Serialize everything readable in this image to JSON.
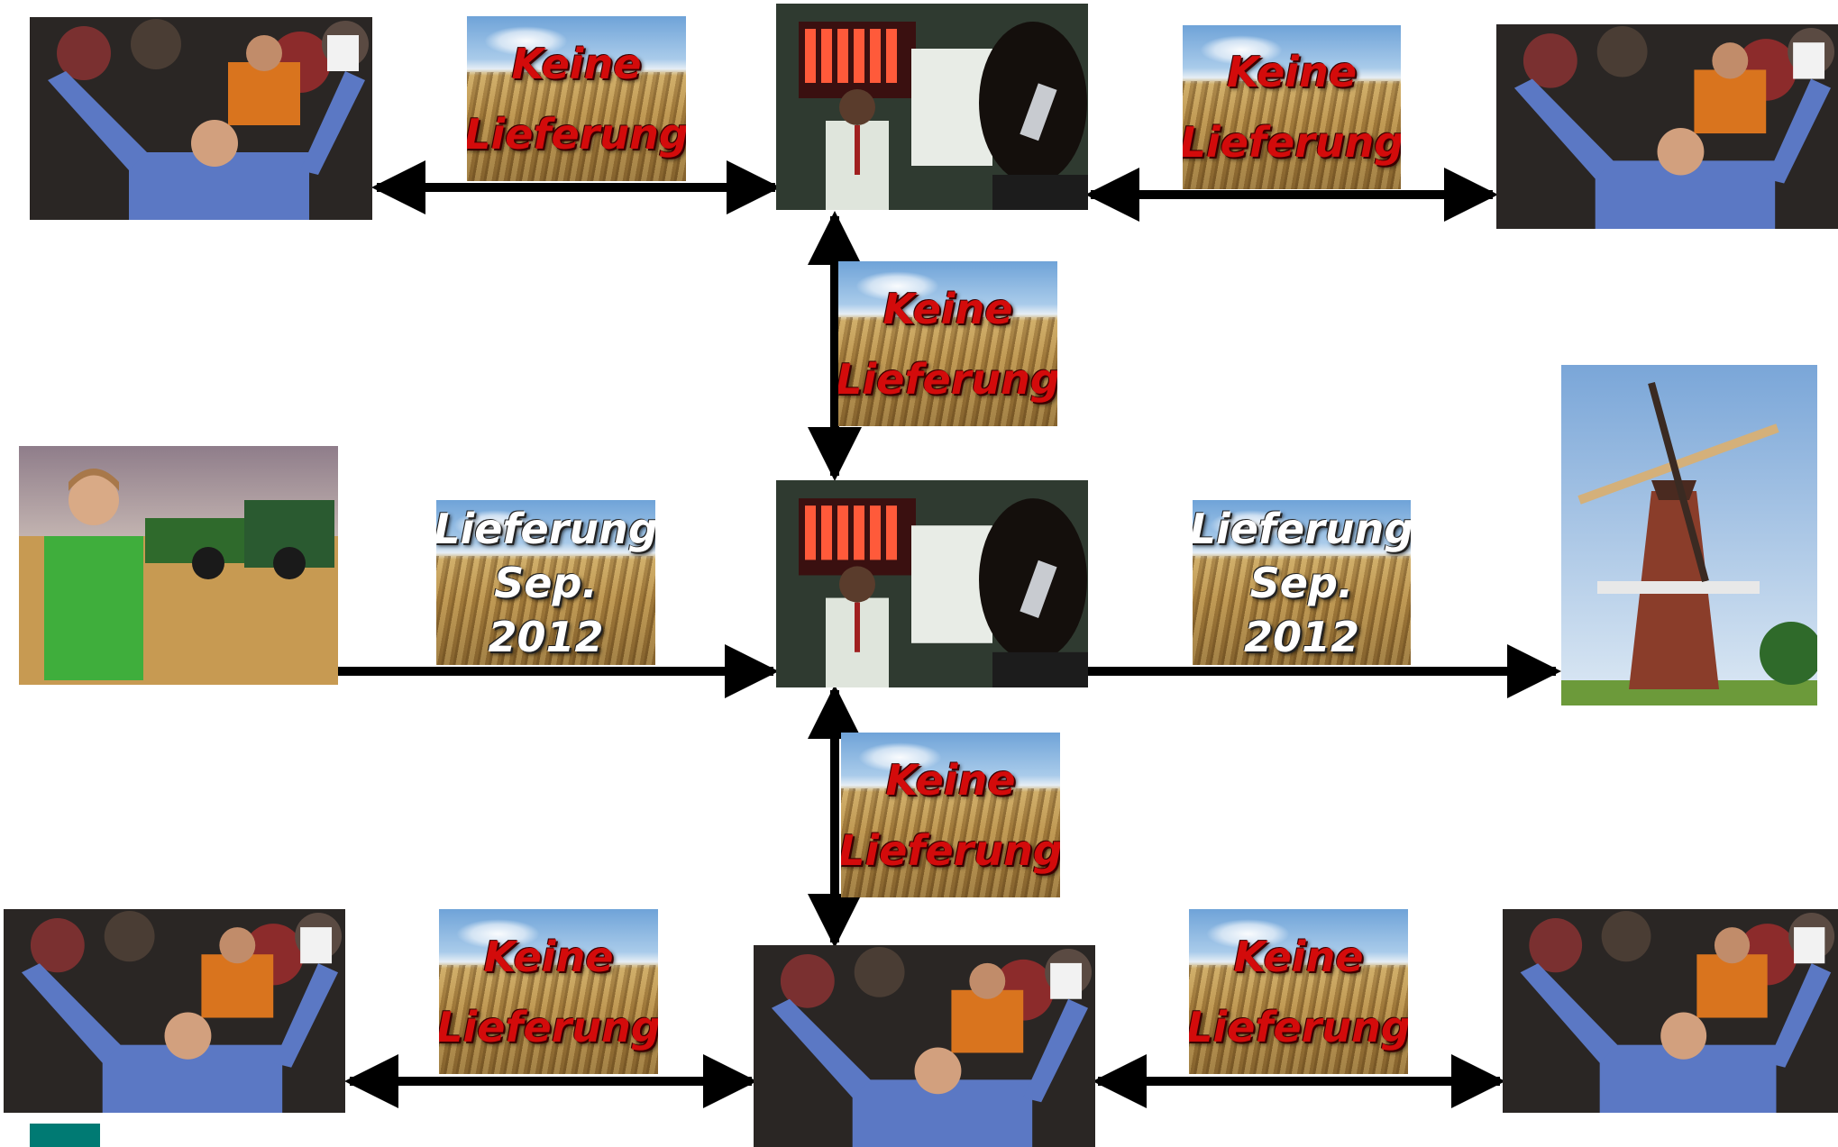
{
  "labels": {
    "keine_line1": "Keine",
    "keine_line2": "Lieferung",
    "lieferung_line1": "Lieferung",
    "lieferung_line2": "Sep. 2012"
  },
  "colors": {
    "keine_text": "#d30b0b",
    "lieferung_text": "#ffffff",
    "arrow": "#000000",
    "accent_square": "#007a73"
  },
  "photos": {
    "traders_cheering": "photo of a cheering floor trader",
    "phone_trader": "photo of a trader on the phone",
    "farmer": "photo of a young farmer with a tractor",
    "windmill": "photo of a windmill",
    "wheat_field": "wheat field background"
  }
}
